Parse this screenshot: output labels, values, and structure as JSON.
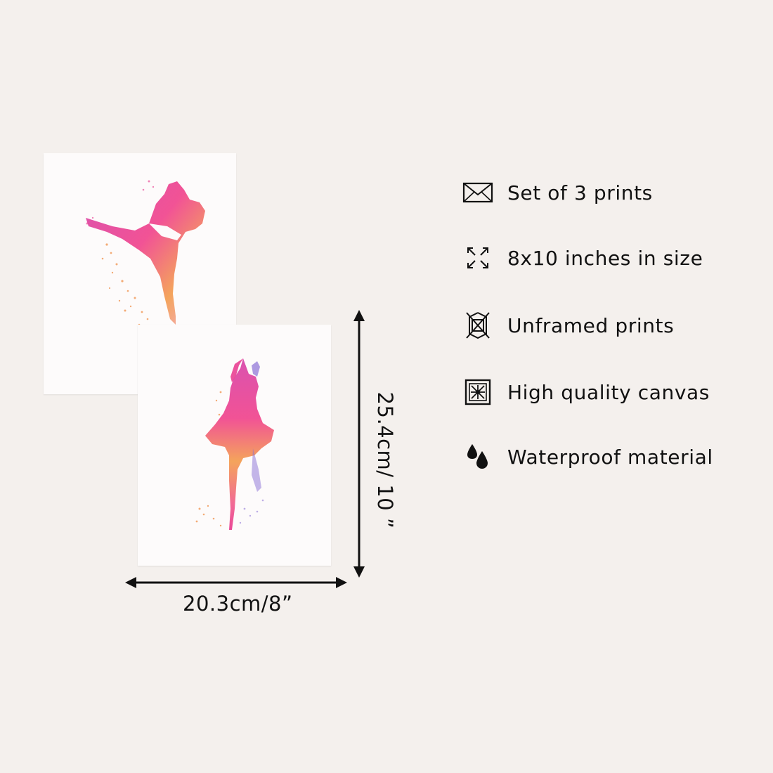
{
  "colors": {
    "background": "#f4f0ed",
    "print_paper": "#fdfbfb",
    "ink": "#111111",
    "dancer_pink": "#e8358c",
    "dancer_orange": "#f08a3e",
    "dancer_violet": "#8a6fd6"
  },
  "dimensions": {
    "width_label": "20.3cm/8”",
    "height_label": "25.4cm/ 10 ”"
  },
  "features": [
    {
      "icon": "envelope-icon",
      "label": "Set of 3 prints"
    },
    {
      "icon": "resize-arrows-icon",
      "label": "8x10 inches in size"
    },
    {
      "icon": "no-frame-icon",
      "label": "Unframed prints"
    },
    {
      "icon": "canvas-pattern-icon",
      "label": "High quality canvas"
    },
    {
      "icon": "water-drops-icon",
      "label": "Waterproof material"
    }
  ]
}
